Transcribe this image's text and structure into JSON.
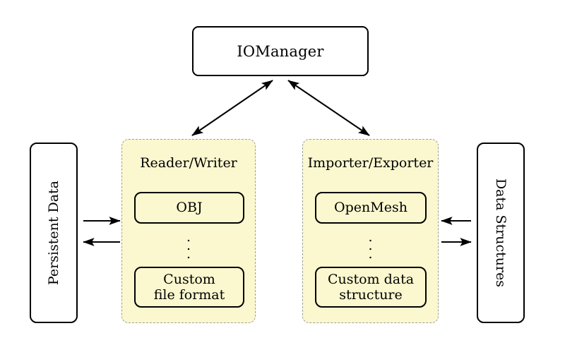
{
  "diagram": {
    "title_node": {
      "label": "IOManager"
    },
    "left_endpoint": {
      "label": "Persistent Data"
    },
    "right_endpoint": {
      "label": "Data Structures"
    },
    "panels": [
      {
        "title": "Reader/Writer",
        "items": [
          "OBJ",
          "Custom\nfile format"
        ],
        "item_top": "OBJ",
        "item_bottom_line1": "Custom",
        "item_bottom_line2": "file format",
        "ellipsis": "⋮"
      },
      {
        "title": "Importer/Exporter",
        "items": [
          "OpenMesh",
          "Custom data\nstructure"
        ],
        "item_top": "OpenMesh",
        "item_bottom_line1": "Custom data",
        "item_bottom_line2": "structure",
        "ellipsis": "⋮"
      }
    ],
    "connections": [
      {
        "name": "iomanager-to-reader-writer",
        "type": "bidirectional-diagonal"
      },
      {
        "name": "iomanager-to-importer-exporter",
        "type": "bidirectional-diagonal"
      },
      {
        "name": "persistent-data-to-reader-writer",
        "type": "arrow-right"
      },
      {
        "name": "reader-writer-to-persistent-data",
        "type": "arrow-left"
      },
      {
        "name": "data-structures-to-importer-exporter",
        "type": "arrow-left"
      },
      {
        "name": "importer-exporter-to-data-structures",
        "type": "arrow-right"
      }
    ],
    "colors": {
      "panel_fill": "#fbf8cf",
      "panel_border": "#9e9e9e",
      "stroke": "#000000",
      "background": "#ffffff"
    }
  }
}
